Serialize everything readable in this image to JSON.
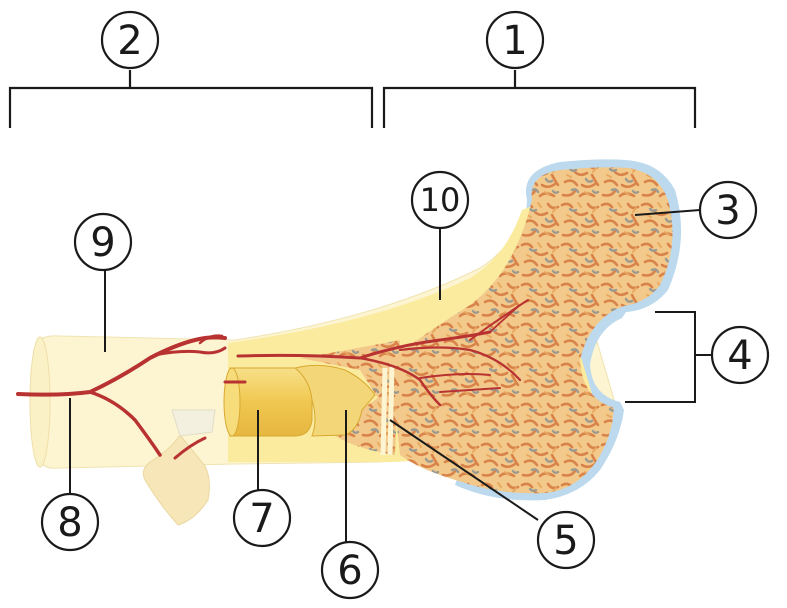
{
  "figure": {
    "callouts": [
      {
        "id": "1",
        "label": "1"
      },
      {
        "id": "2",
        "label": "2"
      },
      {
        "id": "3",
        "label": "3"
      },
      {
        "id": "4",
        "label": "4"
      },
      {
        "id": "5",
        "label": "5"
      },
      {
        "id": "6",
        "label": "6"
      },
      {
        "id": "7",
        "label": "7"
      },
      {
        "id": "8",
        "label": "8"
      },
      {
        "id": "9",
        "label": "9"
      },
      {
        "id": "10",
        "label": "10"
      }
    ],
    "colors": {
      "periosteum": "#fdf5d2",
      "compact_bone": "#fbeb9f",
      "spongy_bone_base": "#f2c98a",
      "spongy_bone_fleck": "#d9834a",
      "spongy_bone_grey": "#9a9a90",
      "marrow_cylinder": "#f0c850",
      "vessel": "#b83232",
      "cartilage": "#bcd9ee",
      "line": "#1a1a1a"
    }
  }
}
